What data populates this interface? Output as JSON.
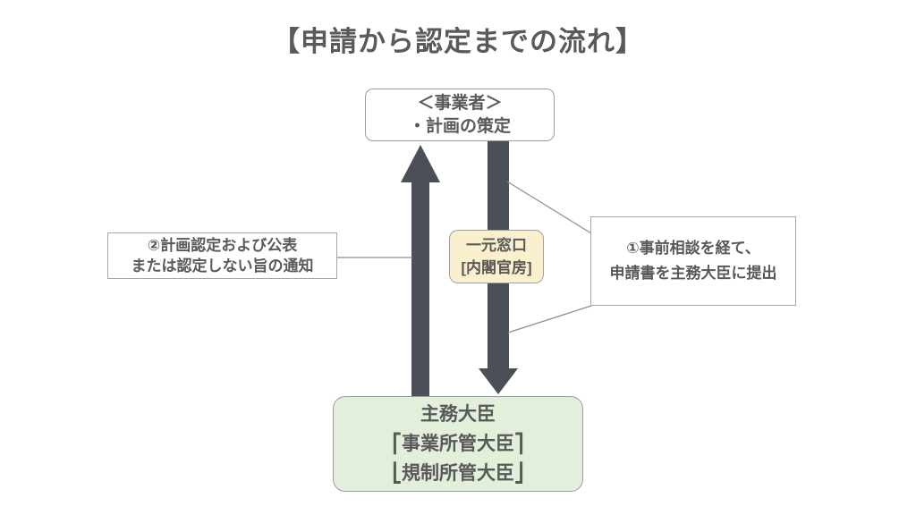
{
  "page": {
    "title": "【申請から認定までの流れ】"
  },
  "nodes": {
    "business": {
      "line1": "＜事業者＞",
      "line2": "・計画の策定"
    },
    "approval_note": {
      "line1": "②計画認定および公表",
      "line2": "または認定しない旨の通知"
    },
    "single_window": {
      "line1": "一元窓口",
      "line2": "[内閣官房]"
    },
    "application_note": {
      "line1": "①事前相談を経て、",
      "line2": "申請書を主務大臣に提出"
    },
    "minister": {
      "line1": "主務大臣",
      "line2": "⎡事業所管大臣⎤",
      "line3": "⎣規制所管大臣⎦"
    }
  },
  "icons": {
    "up_arrow": "thick-arrow-up",
    "down_arrow": "thick-arrow-down"
  },
  "colors": {
    "arrow": "#4a4f58",
    "text": "#595959",
    "single_window_bg": "#fbf0ce",
    "minister_bg": "#e2efda",
    "box_border": "#a0a0a0",
    "connector": "#8c8c8c"
  }
}
